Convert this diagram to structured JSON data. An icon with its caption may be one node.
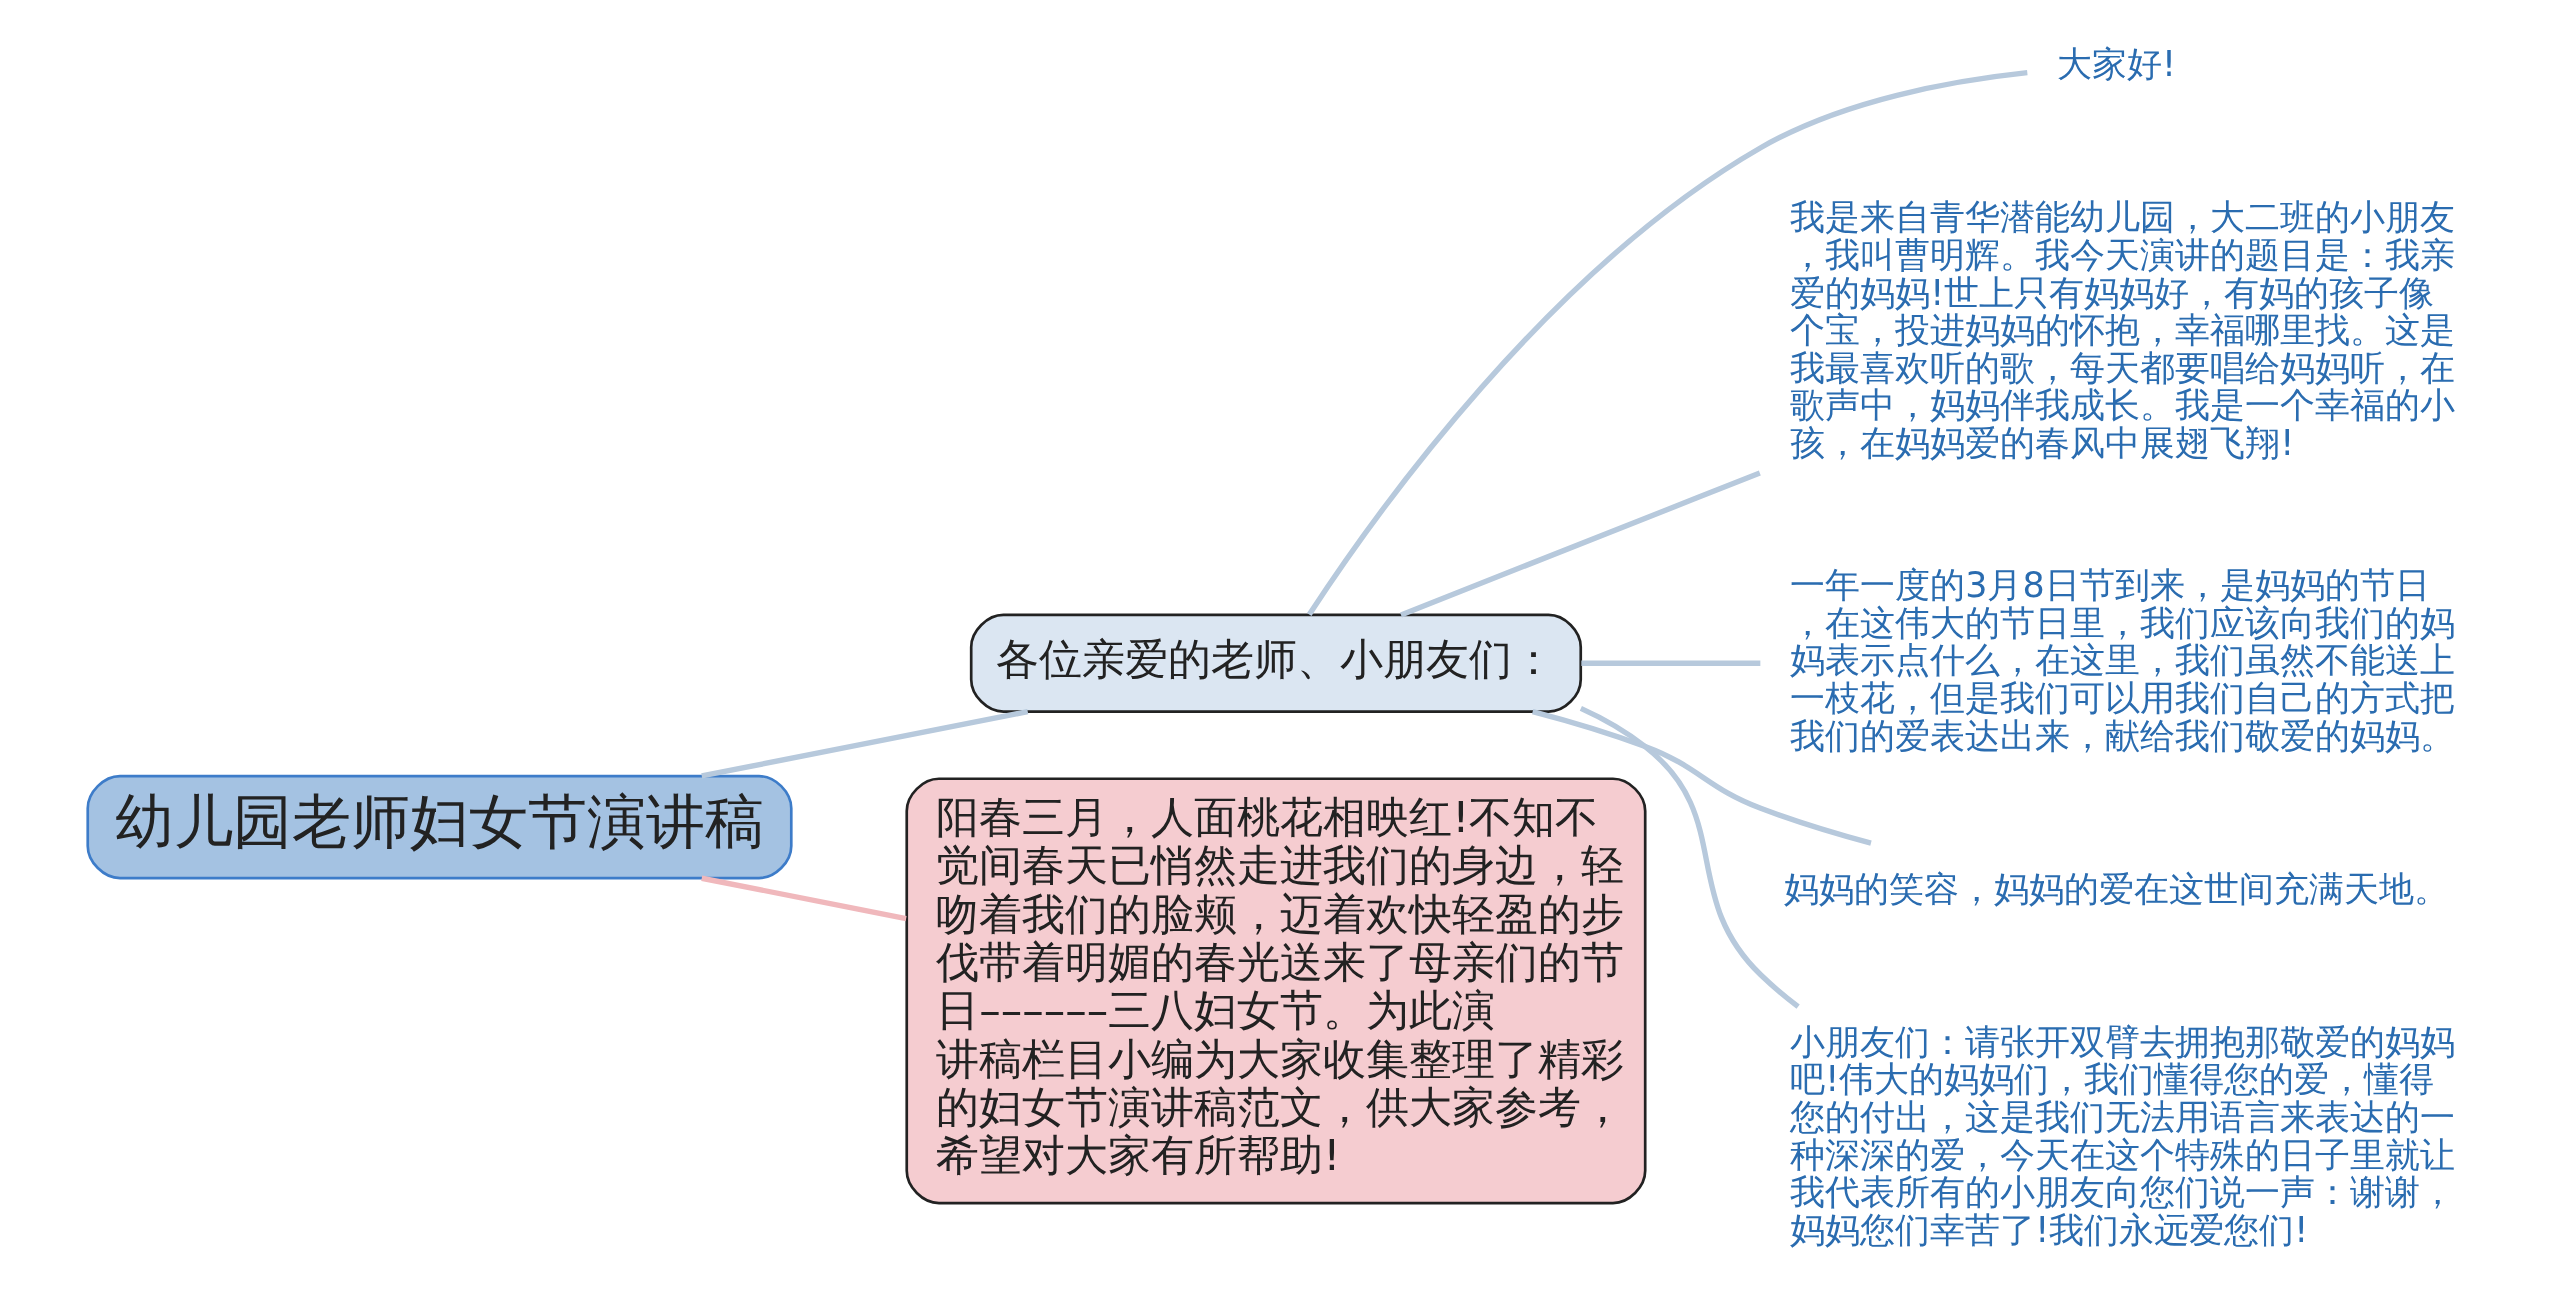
{
  "diagram": {
    "nodes": [
      {
        "text": [
          "幼儿园老师妇女节演讲稿"
        ]
      },
      {
        "text": [
          "各位亲爱的老师、小朋友们："
        ]
      },
      {
        "text": [
          "大家好!"
        ]
      },
      {
        "text": [
          "我是来自青华潜能幼儿园，大二班的小朋友，我叫曹明辉。我今天演讲的题目是：我亲爱的妈妈!世上只有妈妈好，有妈的孩子像个宝，投进妈妈的怀抱，幸福哪里找。这是我最喜欢听的歌，每天都要唱给妈妈听，在歌声中，妈妈伴我成长。我是一个幸福的小孩，在妈妈爱的春风中展翅飞翔!"
        ]
      },
      {
        "text": [
          "一年一度的3月8日节到来，是妈妈的节日，在这伟大的节日里，我们应该向我们的妈妈表示点什么，在这里，我们虽然不能送上一枝花，但是我们可以用我们自己的方式把我们的爱表达出来，献给我们敬爱的妈妈。"
        ]
      },
      {
        "text": [
          "妈妈的笑容，妈妈的爱在这世间充满天地。"
        ]
      },
      {
        "text": [
          "小朋友们：请张开双臂去拥抱那敬爱的妈妈吧!伟大的妈妈们，我们懂得您的爱，懂得您的付出，这是我们无法用语言来表达的一种深深的爱，今天在这个特殊的日子里就让我代表所有的小朋友向您们说一声：谢谢，妈妈您们幸苦了!我们永远爱您们!"
        ]
      },
      {
        "text": [
          "阳春三月，人面桃花相映红!不知不觉间春天已悄然走进我们的身边，轻吻着我们的脸颊，迈着欢快轻盈的步伐带着明媚的春光送来了母亲们的节日––––––三八妇女节。为此演讲稿栏目小编为大家收集整理了精彩的妇女节演讲稿范文，供大家参考，希望对大家有所帮助!"
        ]
      }
    ],
    "edges": [
      {
        "from": 0,
        "to": 1,
        "arrow": "none"
      },
      {
        "from": 0,
        "to": 7,
        "arrow": "none",
        "color": "#f0b8bc"
      },
      {
        "from": 1,
        "to": 2,
        "arrow": "none"
      },
      {
        "from": 1,
        "to": 3,
        "arrow": "none"
      },
      {
        "from": 1,
        "to": 4,
        "arrow": "none"
      },
      {
        "from": 1,
        "to": 5,
        "arrow": "none"
      },
      {
        "from": 1,
        "to": 6,
        "arrow": "none"
      }
    ]
  }
}
